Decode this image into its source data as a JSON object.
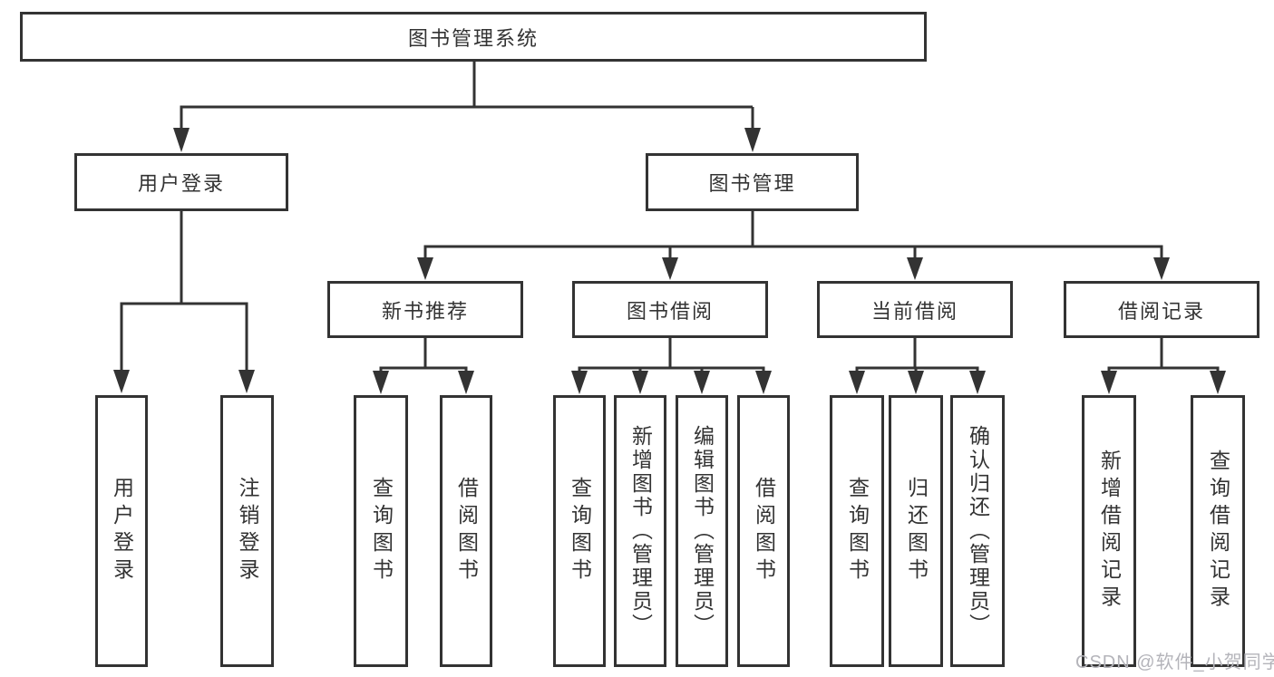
{
  "colors": {
    "line": "#333333",
    "box_border": "#333333",
    "text": "#333333",
    "background": "#ffffff",
    "watermark_text_color": "#b4b4ba"
  },
  "watermark": {
    "text": "CSDN @软件_小贺同学"
  },
  "tree": {
    "label": "图书管理系统",
    "children": [
      {
        "label": "用户登录",
        "children": [
          {
            "label": "用户登录"
          },
          {
            "label": "注销登录"
          }
        ]
      },
      {
        "label": "图书管理",
        "children": [
          {
            "label": "新书推荐",
            "children": [
              {
                "label": "查询图书"
              },
              {
                "label": "借阅图书"
              }
            ]
          },
          {
            "label": "图书借阅",
            "children": [
              {
                "label": "查询图书"
              },
              {
                "label": "新增图书（管理员）"
              },
              {
                "label": "编辑图书（管理员）"
              },
              {
                "label": "借阅图书"
              }
            ]
          },
          {
            "label": "当前借阅",
            "children": [
              {
                "label": "查询图书"
              },
              {
                "label": "归还图书"
              },
              {
                "label": "确认归还（管理员）"
              }
            ]
          },
          {
            "label": "借阅记录",
            "children": [
              {
                "label": "新增借阅记录"
              },
              {
                "label": "查询借阅记录"
              }
            ]
          }
        ]
      }
    ]
  }
}
